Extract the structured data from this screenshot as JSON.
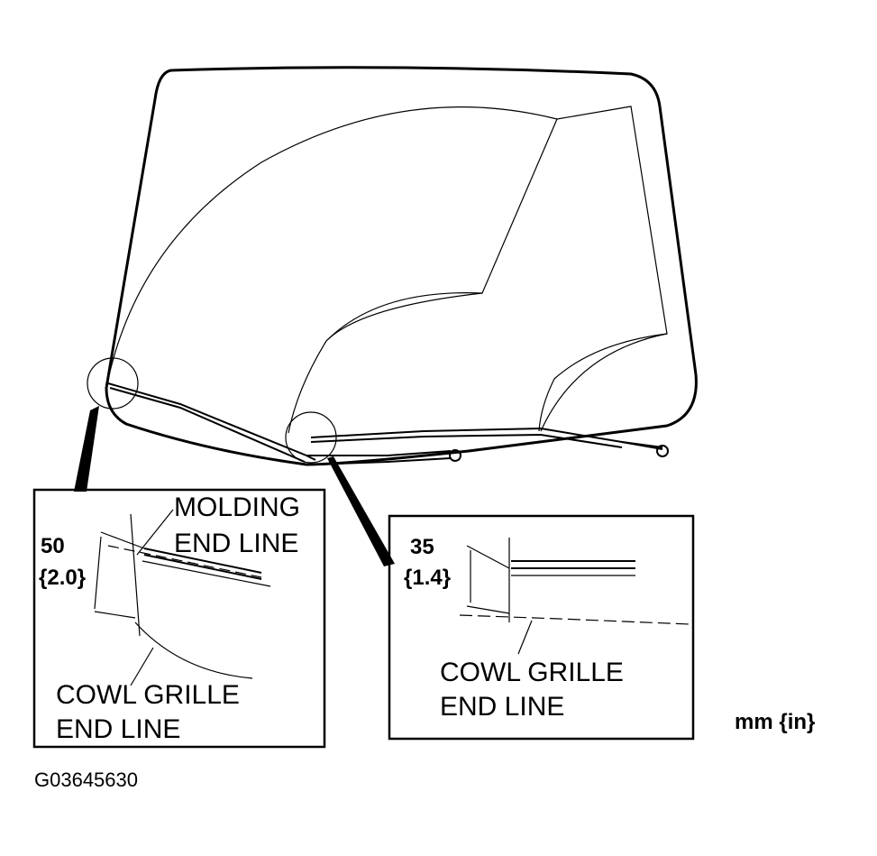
{
  "left_detail": {
    "dimension_value": "50",
    "dimension_inch": "{2.0}",
    "molding_label_line1": "MOLDING",
    "molding_label_line2": "END LINE",
    "cowl_label_line1": "COWL GRILLE",
    "cowl_label_line2": "END LINE"
  },
  "right_detail": {
    "dimension_value": "35",
    "dimension_inch": "{1.4}",
    "cowl_label_line1": "COWL GRILLE",
    "cowl_label_line2": "END LINE"
  },
  "units_label": "mm {in}",
  "figure_code": "G03645630"
}
